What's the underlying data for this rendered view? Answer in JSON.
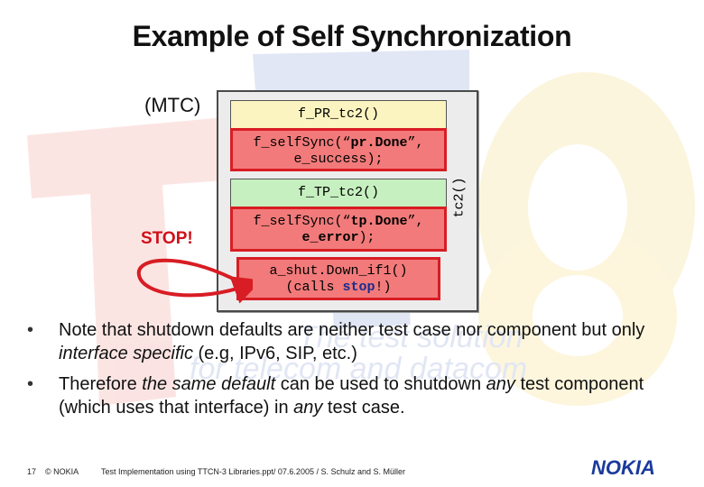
{
  "title": "Example of Self Synchronization",
  "mtc_label": "(MTC)",
  "stop_label": "STOP!",
  "tc2_label": "tc2()",
  "boxes": {
    "pr": "f_PR_tc2()",
    "sync1": {
      "line1_a": "f_selfSync(“",
      "line1_b": "pr.Done",
      "line1_c": "”,",
      "line2_a": "e_success",
      "line2_b": ");"
    },
    "tp": "f_TP_tc2()",
    "sync2": {
      "line1_a": "f_selfSync(“",
      "line1_b": "tp.Done",
      "line1_c": "”,",
      "line2_a": "e_error",
      "line2_b": ");"
    },
    "shutdown": {
      "line1": "a_shut.Down_if1()",
      "line2_a": "(calls ",
      "line2_b": "stop",
      "line2_c": "!)"
    }
  },
  "bullets": [
    {
      "a": "Note that shutdown defaults are neither test case nor component but only ",
      "b": "interface specific",
      "c": " (e.g, IPv6, SIP, etc.)"
    },
    {
      "a": "Therefore ",
      "b": "the same default",
      "c": " can be used to shutdown ",
      "d": "any",
      "e": " test component (which uses that interface) in ",
      "f": "any",
      "g": " test case."
    }
  ],
  "footer": {
    "page": "17",
    "copyright": "© NOKIA",
    "text": "Test Implementation using TTCN-3 Libraries.ppt/ 07.6.2005 / S. Schulz and S. Müller"
  },
  "logo": "NOKIA",
  "watermark": {
    "line1": "The test solution",
    "line2": "for telecom and datacom"
  },
  "colors": {
    "accent_red": "#d81d24",
    "sync_fill": "#f27a7a",
    "pr_fill": "#fbf4c0",
    "tp_fill": "#c7f0c0",
    "logo_blue": "#1a3a9c"
  }
}
